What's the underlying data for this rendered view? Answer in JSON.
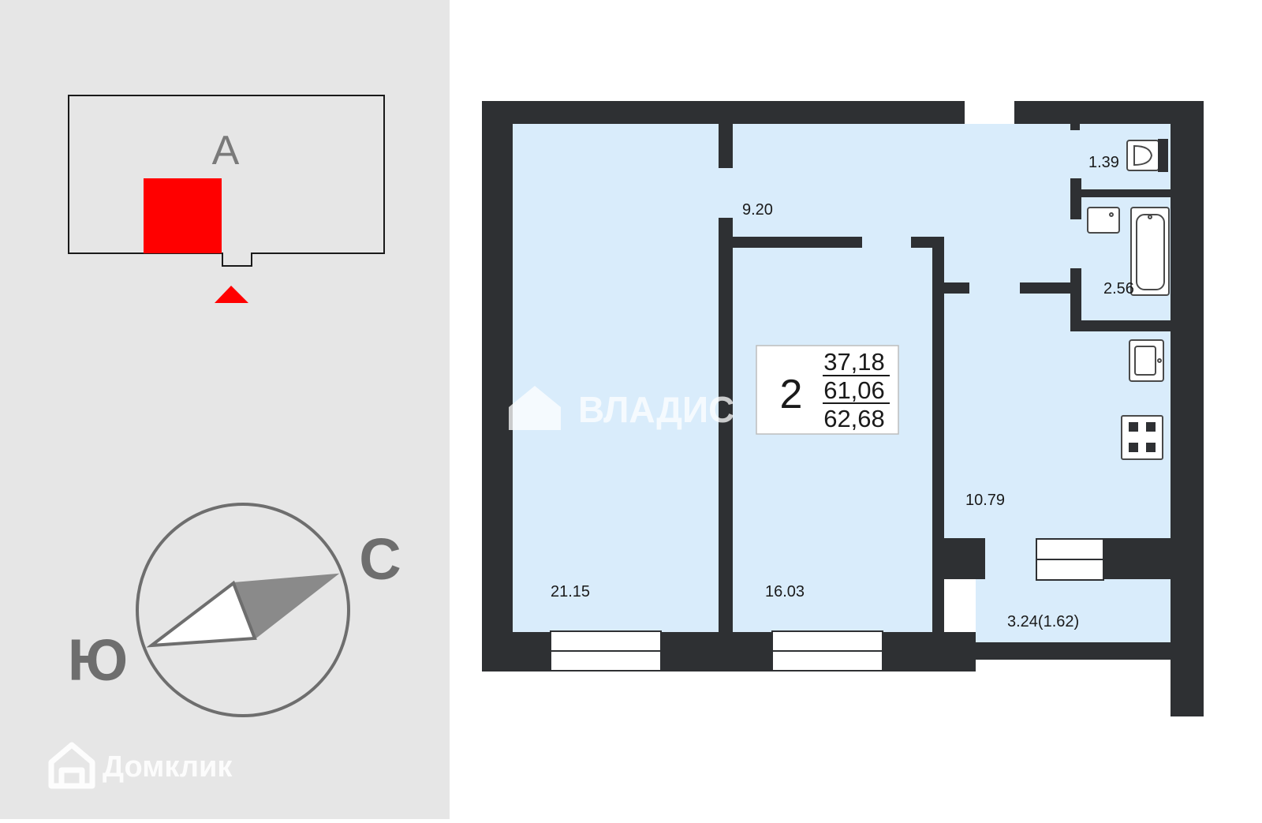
{
  "building": {
    "section_letter": "А"
  },
  "compass": {
    "north_label": "С",
    "south_label": "Ю"
  },
  "brand": {
    "domclick": "Домклик",
    "vladis": "ВЛАДИС"
  },
  "apartment": {
    "rooms_count": "2",
    "living_area": "37,18",
    "total_area": "61,06",
    "total_with_balcony": "62,68"
  },
  "rooms": {
    "room_large": "21.15",
    "room_middle": "16.03",
    "hallway": "9.20",
    "toilet": "1.39",
    "bathroom": "2.56",
    "kitchen": "10.79",
    "balcony": "3.24(1.62)"
  },
  "colors": {
    "floor": "#d9ecfb",
    "wall": "#2e3033",
    "highlight": "#ff0000",
    "panel": "#e6e6e6"
  },
  "icons": [
    "house-logo-icon",
    "compass-needle-icon",
    "toilet-icon",
    "sink-icon",
    "bathtub-icon",
    "stove-icon"
  ]
}
